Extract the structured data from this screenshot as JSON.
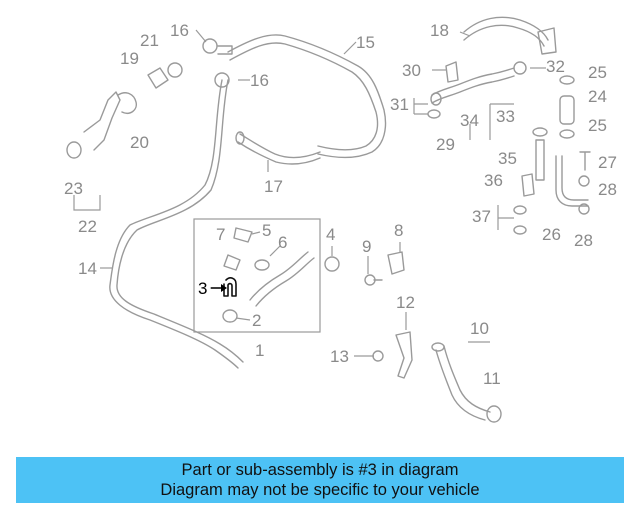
{
  "callouts": {
    "c2": "2",
    "c3": "3",
    "c4": "4",
    "c5": "5",
    "c6": "6",
    "c7": "7",
    "c8": "8",
    "c9": "9",
    "c10": "10",
    "c11": "11",
    "c12": "12",
    "c13": "13",
    "c14": "14",
    "c15": "15",
    "c16a": "16",
    "c16b": "16",
    "c17": "17",
    "c18": "18",
    "c19": "19",
    "c20": "20",
    "c21": "21",
    "c22": "22",
    "c23": "23",
    "c24": "24",
    "c25a": "25",
    "c25b": "25",
    "c26": "26",
    "c27": "27",
    "c28a": "28",
    "c28b": "28",
    "c29": "29",
    "c30": "30",
    "c31": "31",
    "c32": "32",
    "c33": "33",
    "c34": "34",
    "c35": "35",
    "c36": "36",
    "c37": "37",
    "c1": "1"
  },
  "highlight_part": "3",
  "banner": {
    "line1": "Part or sub-assembly is #3 in diagram",
    "line2": "Diagram may not be specific to your vehicle"
  },
  "colors": {
    "banner_bg": "#4dc2f5",
    "part_gray": "#9a9a9a",
    "highlight": "#000000"
  }
}
